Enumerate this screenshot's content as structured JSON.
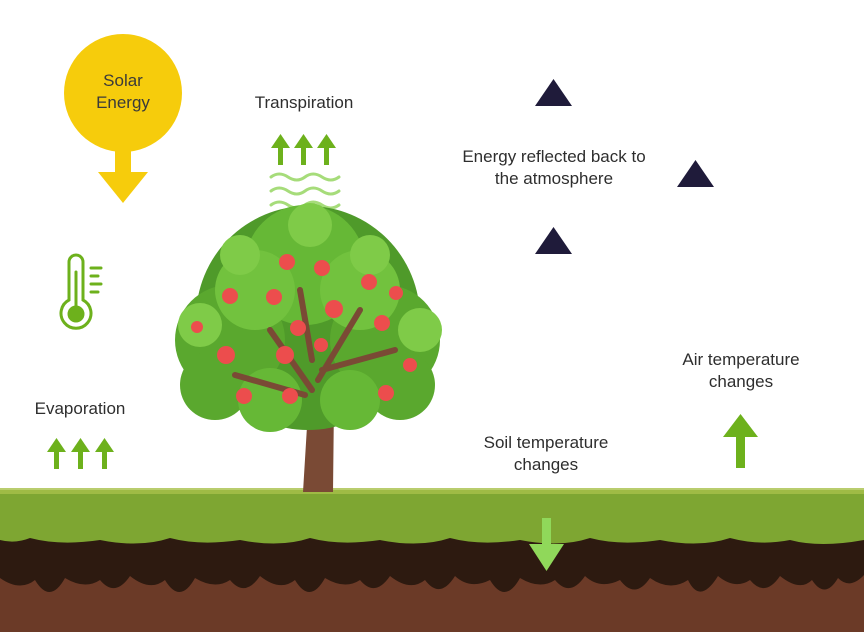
{
  "labels": {
    "solar_energy": "Solar\nEnergy",
    "transpiration": "Transpiration",
    "energy_reflected": "Energy reflected back to\nthe atmosphere",
    "evaporation": "Evaporation",
    "air_temperature": "Air temperature\nchanges",
    "soil_temperature": "Soil temperature\nchanges"
  },
  "colors": {
    "sun": "#f6cc0c",
    "arrow_green": "#6db11c",
    "light_green": "#90d85a",
    "navy_triangle": "#1f1b3a",
    "grass": "#7ea632",
    "soil_dark": "#2d1a10",
    "soil": "#6b3a27",
    "trunk": "#7a4a35",
    "leaf": "#5aa82e",
    "apple": "#ec4d4d"
  },
  "icons": [
    "sun-icon",
    "thermometer-icon",
    "wave-icon",
    "triangle-icon",
    "arrow-up-icon",
    "arrow-down-icon",
    "tree-icon"
  ]
}
